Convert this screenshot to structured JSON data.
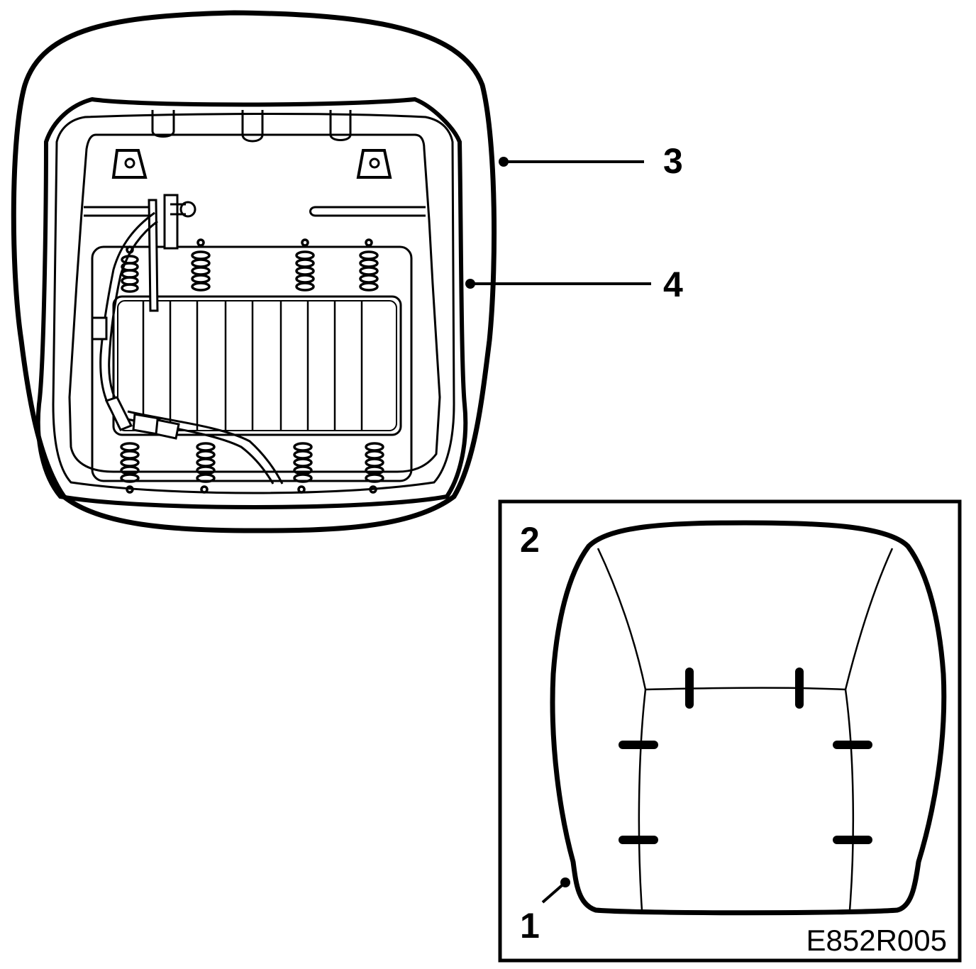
{
  "figure": {
    "code": "E852R005",
    "colors": {
      "ink": "#000000",
      "paper": "#ffffff"
    }
  },
  "callouts": {
    "c1": "1",
    "c2": "2",
    "c3": "3",
    "c4": "4"
  }
}
